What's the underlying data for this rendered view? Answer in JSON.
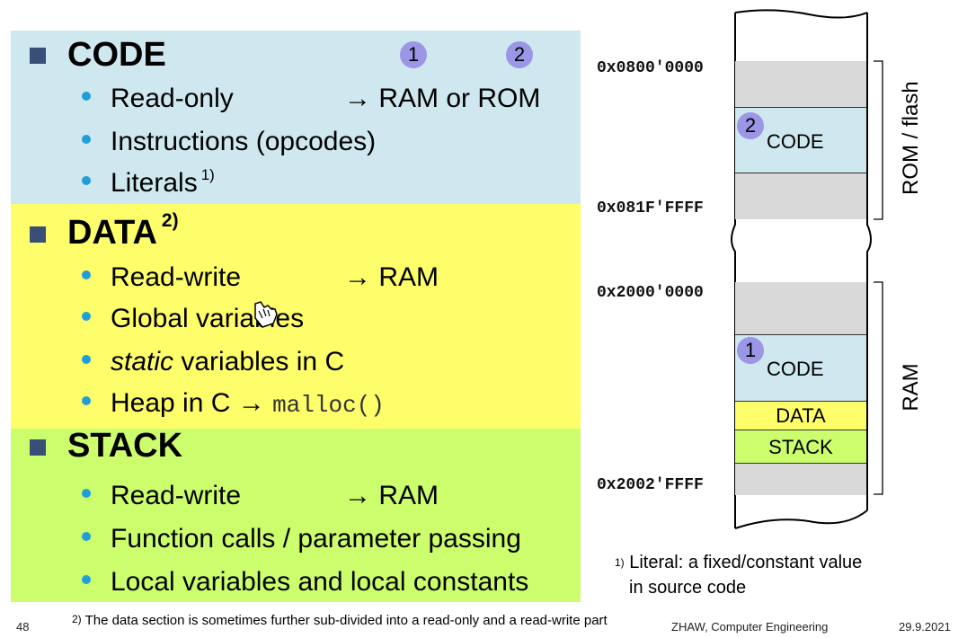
{
  "sections": {
    "code": {
      "title": "CODE",
      "badge1": "1",
      "badge2": "2",
      "items": {
        "i0": "Read-only",
        "i0_arrow": "→ RAM or ROM",
        "i1": "Instructions (opcodes)",
        "i2": "Literals",
        "i2_sup": "1)"
      }
    },
    "data": {
      "title": "DATA",
      "title_sup": "2)",
      "items": {
        "i0": "Read-write",
        "i0_arrow": "→ RAM",
        "i1": "Global variables",
        "i2_italic": "static",
        "i2": " variables in C",
        "i3": "Heap in C → ",
        "i3_mono": "malloc()"
      }
    },
    "stack": {
      "title": "STACK",
      "items": {
        "i0": "Read-write",
        "i0_arrow": "→ RAM",
        "i1": "Function calls / parameter passing",
        "i2": "Local variables and local constants"
      }
    }
  },
  "memory_map": {
    "addresses": {
      "a0": "0x0800'0000",
      "a1": "0x081F'FFFF",
      "a2": "0x2000'0000",
      "a3": "0x2002'FFFF"
    },
    "rom_code_badge": "2",
    "rom_code_label": "CODE",
    "ram_code_badge": "1",
    "ram_code_label": "CODE",
    "data_label": "DATA",
    "stack_label": "STACK",
    "rom_region_label": "ROM / flash",
    "ram_region_label": "RAM",
    "colors": {
      "grey": "#d9d9d9",
      "code": "#cfe7ee",
      "data": "#fefe6a",
      "stack": "#cbfd6c"
    }
  },
  "footnotes": {
    "literal_sup": "1)",
    "literal_line1": "Literal: a fixed/constant value",
    "literal_line2": "in source code",
    "data_sup": "2)",
    "data_text": "The data section is sometimes further sub-divided into a read-only and a read-write part"
  },
  "footer": {
    "page_number": "48",
    "org": "ZHAW, Computer Engineering",
    "date": "29.9.2021"
  }
}
